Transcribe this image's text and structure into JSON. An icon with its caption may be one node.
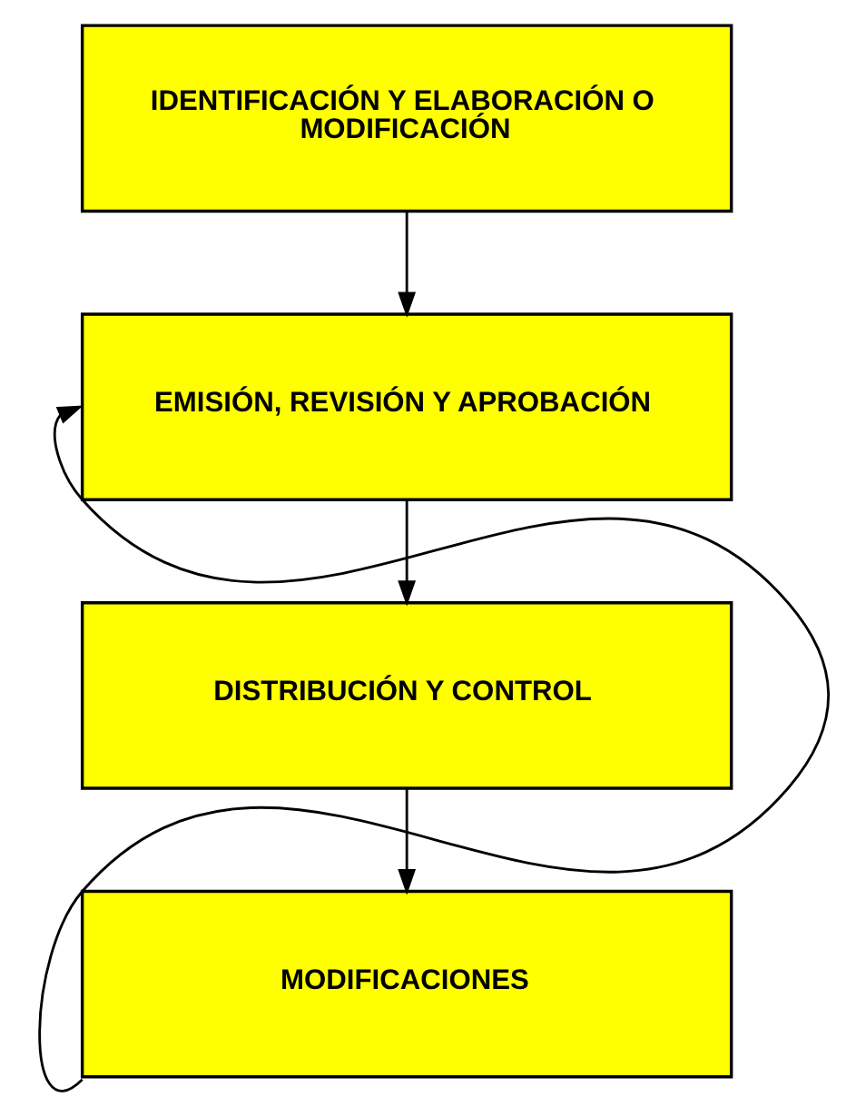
{
  "diagram": {
    "nodes": [
      {
        "text": [
          "IDENTIFICACIÓN Y ELABORACIÓN O MODIFICACIÓN"
        ]
      },
      {
        "text": [
          "EMISIÓN, REVISIÓN Y APROBACIÓN"
        ]
      },
      {
        "text": [
          "DISTRIBUCIÓN Y CONTROL"
        ]
      },
      {
        "text": [
          "MODIFICACIONES"
        ]
      }
    ],
    "edges": [
      {
        "from": 0,
        "to": 1,
        "arrow": "to"
      },
      {
        "from": 1,
        "to": 2,
        "arrow": "to"
      },
      {
        "from": 2,
        "to": 3,
        "arrow": "to"
      },
      {
        "from": 3,
        "to": 1,
        "arrow": "to"
      }
    ]
  }
}
